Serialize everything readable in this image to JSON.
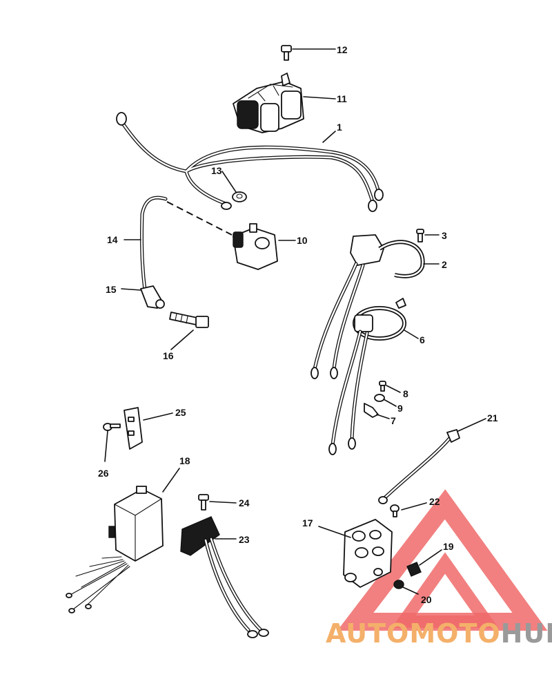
{
  "callouts": [
    {
      "id": "c1",
      "label": "1"
    },
    {
      "id": "c2",
      "label": "2"
    },
    {
      "id": "c3",
      "label": "3"
    },
    {
      "id": "c6",
      "label": "6"
    },
    {
      "id": "c7",
      "label": "7"
    },
    {
      "id": "c8",
      "label": "8"
    },
    {
      "id": "c9",
      "label": "9"
    },
    {
      "id": "c10",
      "label": "10"
    },
    {
      "id": "c11",
      "label": "11"
    },
    {
      "id": "c12",
      "label": "12"
    },
    {
      "id": "c13",
      "label": "13"
    },
    {
      "id": "c14",
      "label": "14"
    },
    {
      "id": "c15",
      "label": "15"
    },
    {
      "id": "c16",
      "label": "16"
    },
    {
      "id": "c17",
      "label": "17"
    },
    {
      "id": "c18",
      "label": "18"
    },
    {
      "id": "c19",
      "label": "19"
    },
    {
      "id": "c20",
      "label": "20"
    },
    {
      "id": "c21",
      "label": "21"
    },
    {
      "id": "c22",
      "label": "22"
    },
    {
      "id": "c23",
      "label": "23"
    },
    {
      "id": "c24",
      "label": "24"
    },
    {
      "id": "c25",
      "label": "25"
    },
    {
      "id": "c26",
      "label": "26"
    }
  ],
  "watermark": {
    "part1": "AUTOMOTO",
    "part2": "HUB",
    "color1": "#f4b06a",
    "color2": "#9a9a9a",
    "triangle_color": "#f06a6a"
  }
}
